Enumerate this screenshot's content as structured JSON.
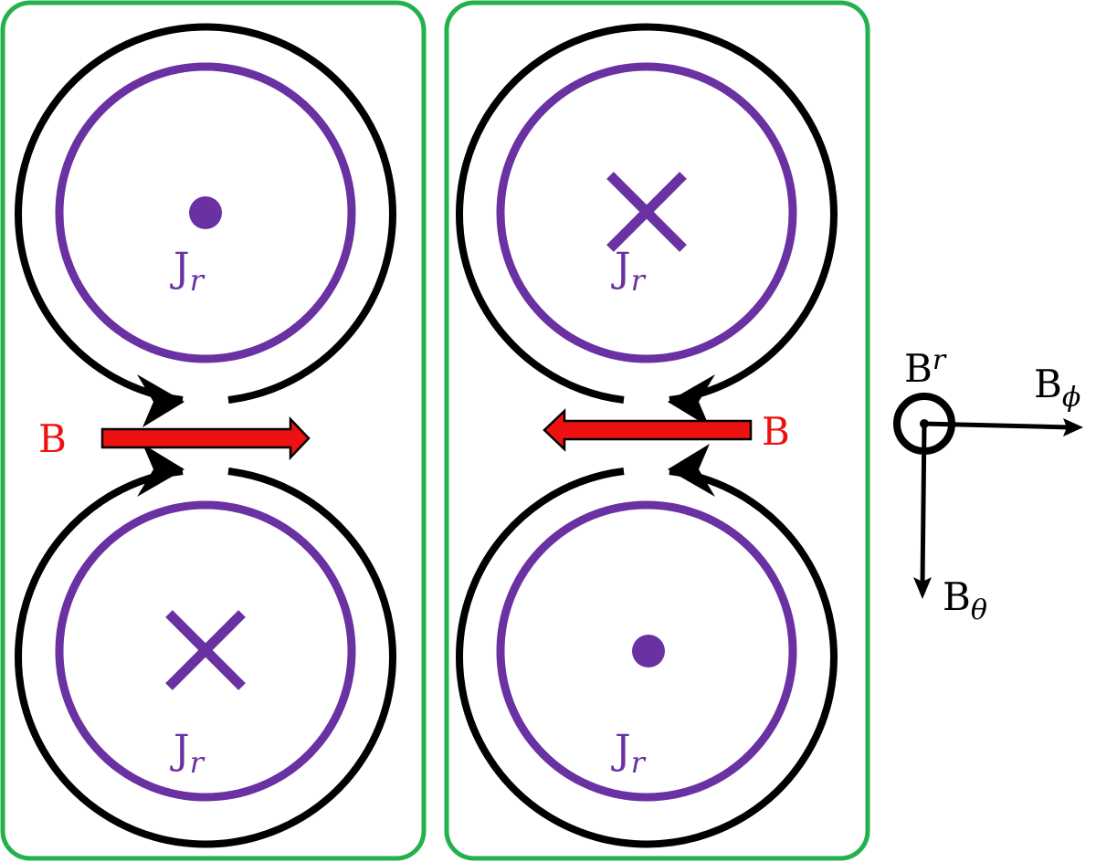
{
  "colors": {
    "panel_border": "#22b14c",
    "current_loop": "#6a31a3",
    "field_loop": "#000000",
    "field_arrow": "#ee1111",
    "axes": "#000000"
  },
  "panels": [
    {
      "top_current": {
        "symbol": "dot-icon",
        "label": "J",
        "sub": "r"
      },
      "bottom_current": {
        "symbol": "cross-icon",
        "label": "J",
        "sub": "r"
      },
      "field_direction": "right",
      "field_label": "B"
    },
    {
      "top_current": {
        "symbol": "cross-icon",
        "label": "J",
        "sub": "r"
      },
      "bottom_current": {
        "symbol": "dot-icon",
        "label": "J",
        "sub": "r"
      },
      "field_direction": "left",
      "field_label": "B"
    }
  ],
  "axes_legend": {
    "r": {
      "label": "B",
      "sub": "r"
    },
    "phi": {
      "label": "B",
      "sub": "ϕ"
    },
    "theta": {
      "label": "B",
      "sub": "θ"
    }
  }
}
